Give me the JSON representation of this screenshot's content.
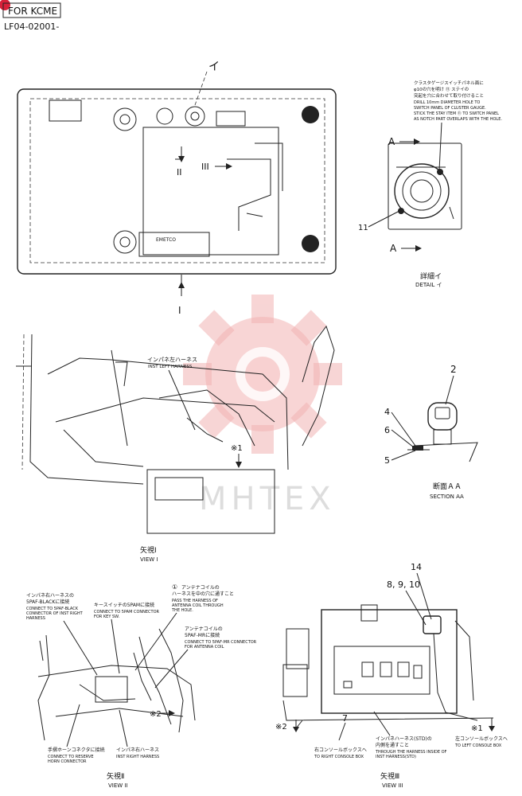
{
  "header": {
    "badge": "FOR KCME",
    "code": "LF04-02001-"
  },
  "top_view": {
    "arrow_i_label": "I",
    "arrow_ii_label": "II",
    "arrow_iii_label": "III",
    "detail_mark": "イ",
    "panel_label": "EMETCO"
  },
  "detail": {
    "note_jp_1": "クラスタゲージスイッチパネル面に",
    "note_jp_2": "φ10の穴を明け ⑪ ステイの",
    "note_jp_3": "突起を穴に合わせて取り付けること",
    "note_en_1": "DRILL 10mm DIAMETER HOLE TO",
    "note_en_2": "SWITCH PANEL OF CLUSTER GAUGE.",
    "note_en_3": "STICK THE STAY ITEM ⑪ TO SWITCH PANEL",
    "note_en_4": "AS NOTCH PART OVERLAPS WITH THE HOLE.",
    "section_a": "A",
    "item_11": "11",
    "title_jp": "詳細イ",
    "title_en": "DETAIL イ"
  },
  "view_i": {
    "harness_jp": "インパネ左ハーネス",
    "harness_en": "INST LEFT HARNESS",
    "mark_x1": "※1",
    "title_jp": "矢視Ⅰ",
    "title_en": "VIEW I"
  },
  "section_aa": {
    "item_2": "2",
    "item_4": "4",
    "item_6": "6",
    "item_5": "5",
    "title_jp": "断面ＡＡ",
    "title_en": "SECTION AA"
  },
  "view_ii": {
    "callout_a_jp1": "インパネ右ハーネスの",
    "callout_a_jp2": "5PAF-BLACKに接続",
    "callout_a_en1": "CONNECT TO 5PAF-BLACK",
    "callout_a_en2": "CONNECTOR OF INST RIGHT",
    "callout_a_en3": "HARNESS",
    "callout_b_jp": "キースイッチの5PAMに接続",
    "callout_b_en1": "CONNECT TO 5PAM CONNECTOR",
    "callout_b_en2": "FOR KEY SW.",
    "callout_c_num": "①",
    "callout_c_jp1": "アンテナコイルの",
    "callout_c_jp2": "ハーネスを中の穴に通すこと",
    "callout_c_en1": "PASS THE HARNESS OF",
    "callout_c_en2": "ANTENNA COIL THROUGH",
    "callout_c_en3": "THE HOLE.",
    "callout_d_jp1": "アンテナコイルの",
    "callout_d_jp2": "5PAF-MRに接続",
    "callout_d_en1": "CONNECT TO 5PAF-MR CONNECTOR",
    "callout_d_en2": "FOR ANTENNA COIL",
    "mark_x2": "※2",
    "callout_e_jp": "手摺ホーンコネクタに接続",
    "callout_e_en1": "CONNECT TO RESERVE",
    "callout_e_en2": "HORN CONNECTOR",
    "callout_f_jp": "インパネ右ハーネス",
    "callout_f_en": "INST RIGHT HARNESS",
    "title_jp": "矢視Ⅱ",
    "title_en": "VIEW II"
  },
  "view_iii": {
    "item_14": "14",
    "item_8910": "8, 9, 10",
    "item_7": "7",
    "mark_x2": "※2",
    "mark_x1": "※1",
    "note_left_jp": "右コンソールボックスへ",
    "note_left_en": "TO RIGHT CONSOLE BOX",
    "note_mid_jp1": "インパネハーネス(STD)の",
    "note_mid_jp2": "内側を通すこと",
    "note_mid_en1": "THROUGH THE HARNESS INSIDE OF",
    "note_mid_en2": "INST HARNESS(STD)",
    "note_right_jp": "左コンソールボックスへ",
    "note_right_en": "TO LEFT CONSOLE BOX",
    "title_jp": "矢視Ⅲ",
    "title_en": "VIEW III"
  },
  "watermark": {
    "text": "MHTEX"
  }
}
